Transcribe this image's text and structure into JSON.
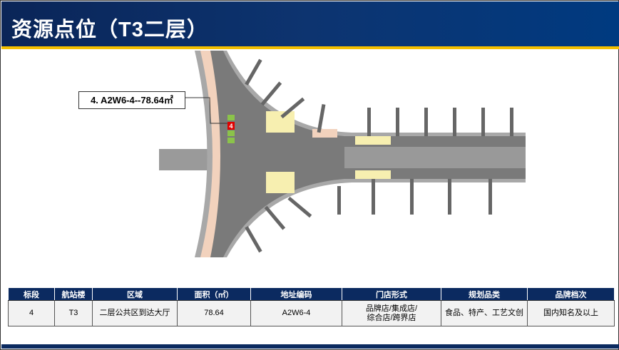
{
  "header": {
    "title": "资源点位（T3二层）"
  },
  "map": {
    "callout": "4. A2W6-4--78.64㎡",
    "marker": "4",
    "marker_color": "#e00000"
  },
  "table": {
    "headers": [
      "标段",
      "航站楼",
      "区域",
      "面积（㎡）",
      "地址编码",
      "门店形式",
      "规划品类",
      "品牌档次"
    ],
    "rows": [
      [
        "4",
        "T3",
        "二层公共区到达大厅",
        "78.64",
        "A2W6-4",
        "品牌店/集成店/\n综合店/跨界店",
        "食品、特产、工艺文创",
        "国内知名及以上"
      ]
    ]
  },
  "colors": {
    "header_bg": "#0b2a60",
    "accent": "#f5c000"
  }
}
